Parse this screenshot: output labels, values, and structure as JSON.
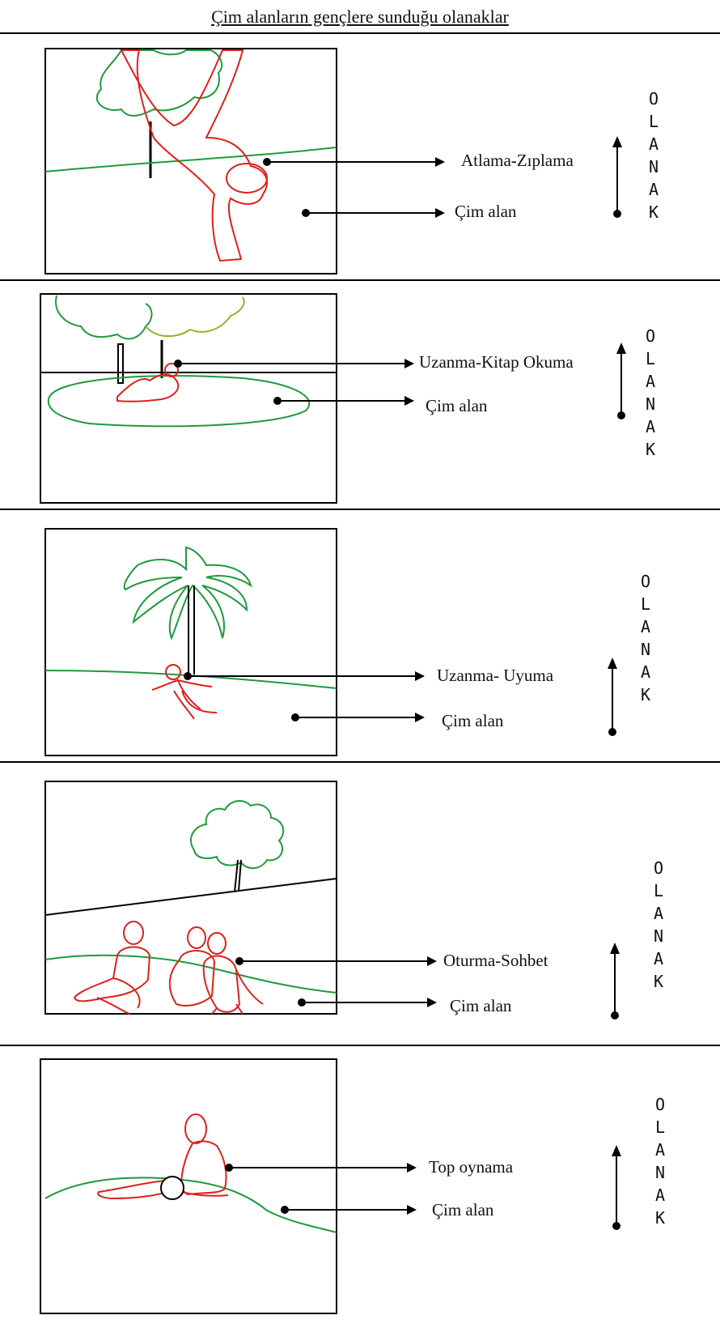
{
  "title": "Çim alanların gençlere sunduğu olanaklar",
  "side_word_letters": [
    "O",
    "L",
    "A",
    "N",
    "A",
    "K"
  ],
  "panels": [
    {
      "activity": "Atlama-Zıplama",
      "ground": "Çim alan"
    },
    {
      "activity": "Uzanma-Kitap Okuma",
      "ground": "Çim alan"
    },
    {
      "activity": "Uzanma- Uyuma",
      "ground": "Çim alan"
    },
    {
      "activity": "Oturma-Sohbet",
      "ground": "Çim alan"
    },
    {
      "activity": "Top oynama",
      "ground": "Çim alan"
    }
  ],
  "colors": {
    "figure": "#e0201b",
    "vegetation": "#1f9a3b",
    "line": "#000000"
  }
}
